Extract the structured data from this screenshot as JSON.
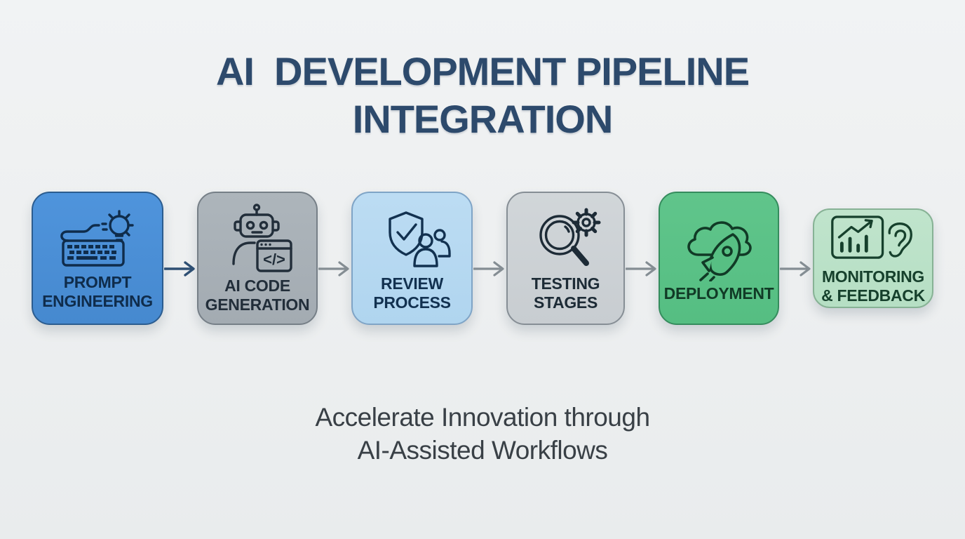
{
  "title": {
    "line1": "AI  DEVELOPMENT PIPELINE",
    "line2": "INTEGRATION"
  },
  "subtitle": {
    "line1": "Accelerate Innovation through",
    "line2": "AI-Assisted Workflows"
  },
  "pipeline": {
    "stages": [
      {
        "label": "PROMPT ENGINEERING",
        "icon": "keyboard-lightbulb-icon",
        "box_color": "#4a90d9",
        "border_color": "#2b5c8f",
        "text_color": "#0f2c4b"
      },
      {
        "label": "AI CODE GENERATION",
        "icon": "robot-code-window-icon",
        "icon_text": "</>",
        "box_color": "#a9b1b7",
        "border_color": "#767f87",
        "text_color": "#222e3a"
      },
      {
        "label": "REVIEW PROCESS",
        "icon": "shield-check-users-icon",
        "box_color": "#b7d9f1",
        "border_color": "#7fa4c6",
        "text_color": "#123150"
      },
      {
        "label": "TESTING STAGES",
        "icon": "magnifier-gear-icon",
        "box_color": "#ced3d6",
        "border_color": "#868e95",
        "text_color": "#1d2b36"
      },
      {
        "label": "DEPLOYMENT",
        "icon": "cloud-rocket-icon",
        "box_color": "#5cc287",
        "border_color": "#358c5d",
        "text_color": "#113a26"
      },
      {
        "label": "MONITORING & FEEDBACK",
        "icon": "chart-ear-icon",
        "box_color": "#bce2c9",
        "border_color": "#87b295",
        "text_color": "#16402c"
      }
    ],
    "connector": "right-arrow",
    "arrow_colors": {
      "first": "#2e4f73",
      "rest": "#848d93"
    }
  },
  "palette": {
    "background": "#edeff0",
    "title_color": "#2d4a6c",
    "subtitle_color": "#394046"
  }
}
